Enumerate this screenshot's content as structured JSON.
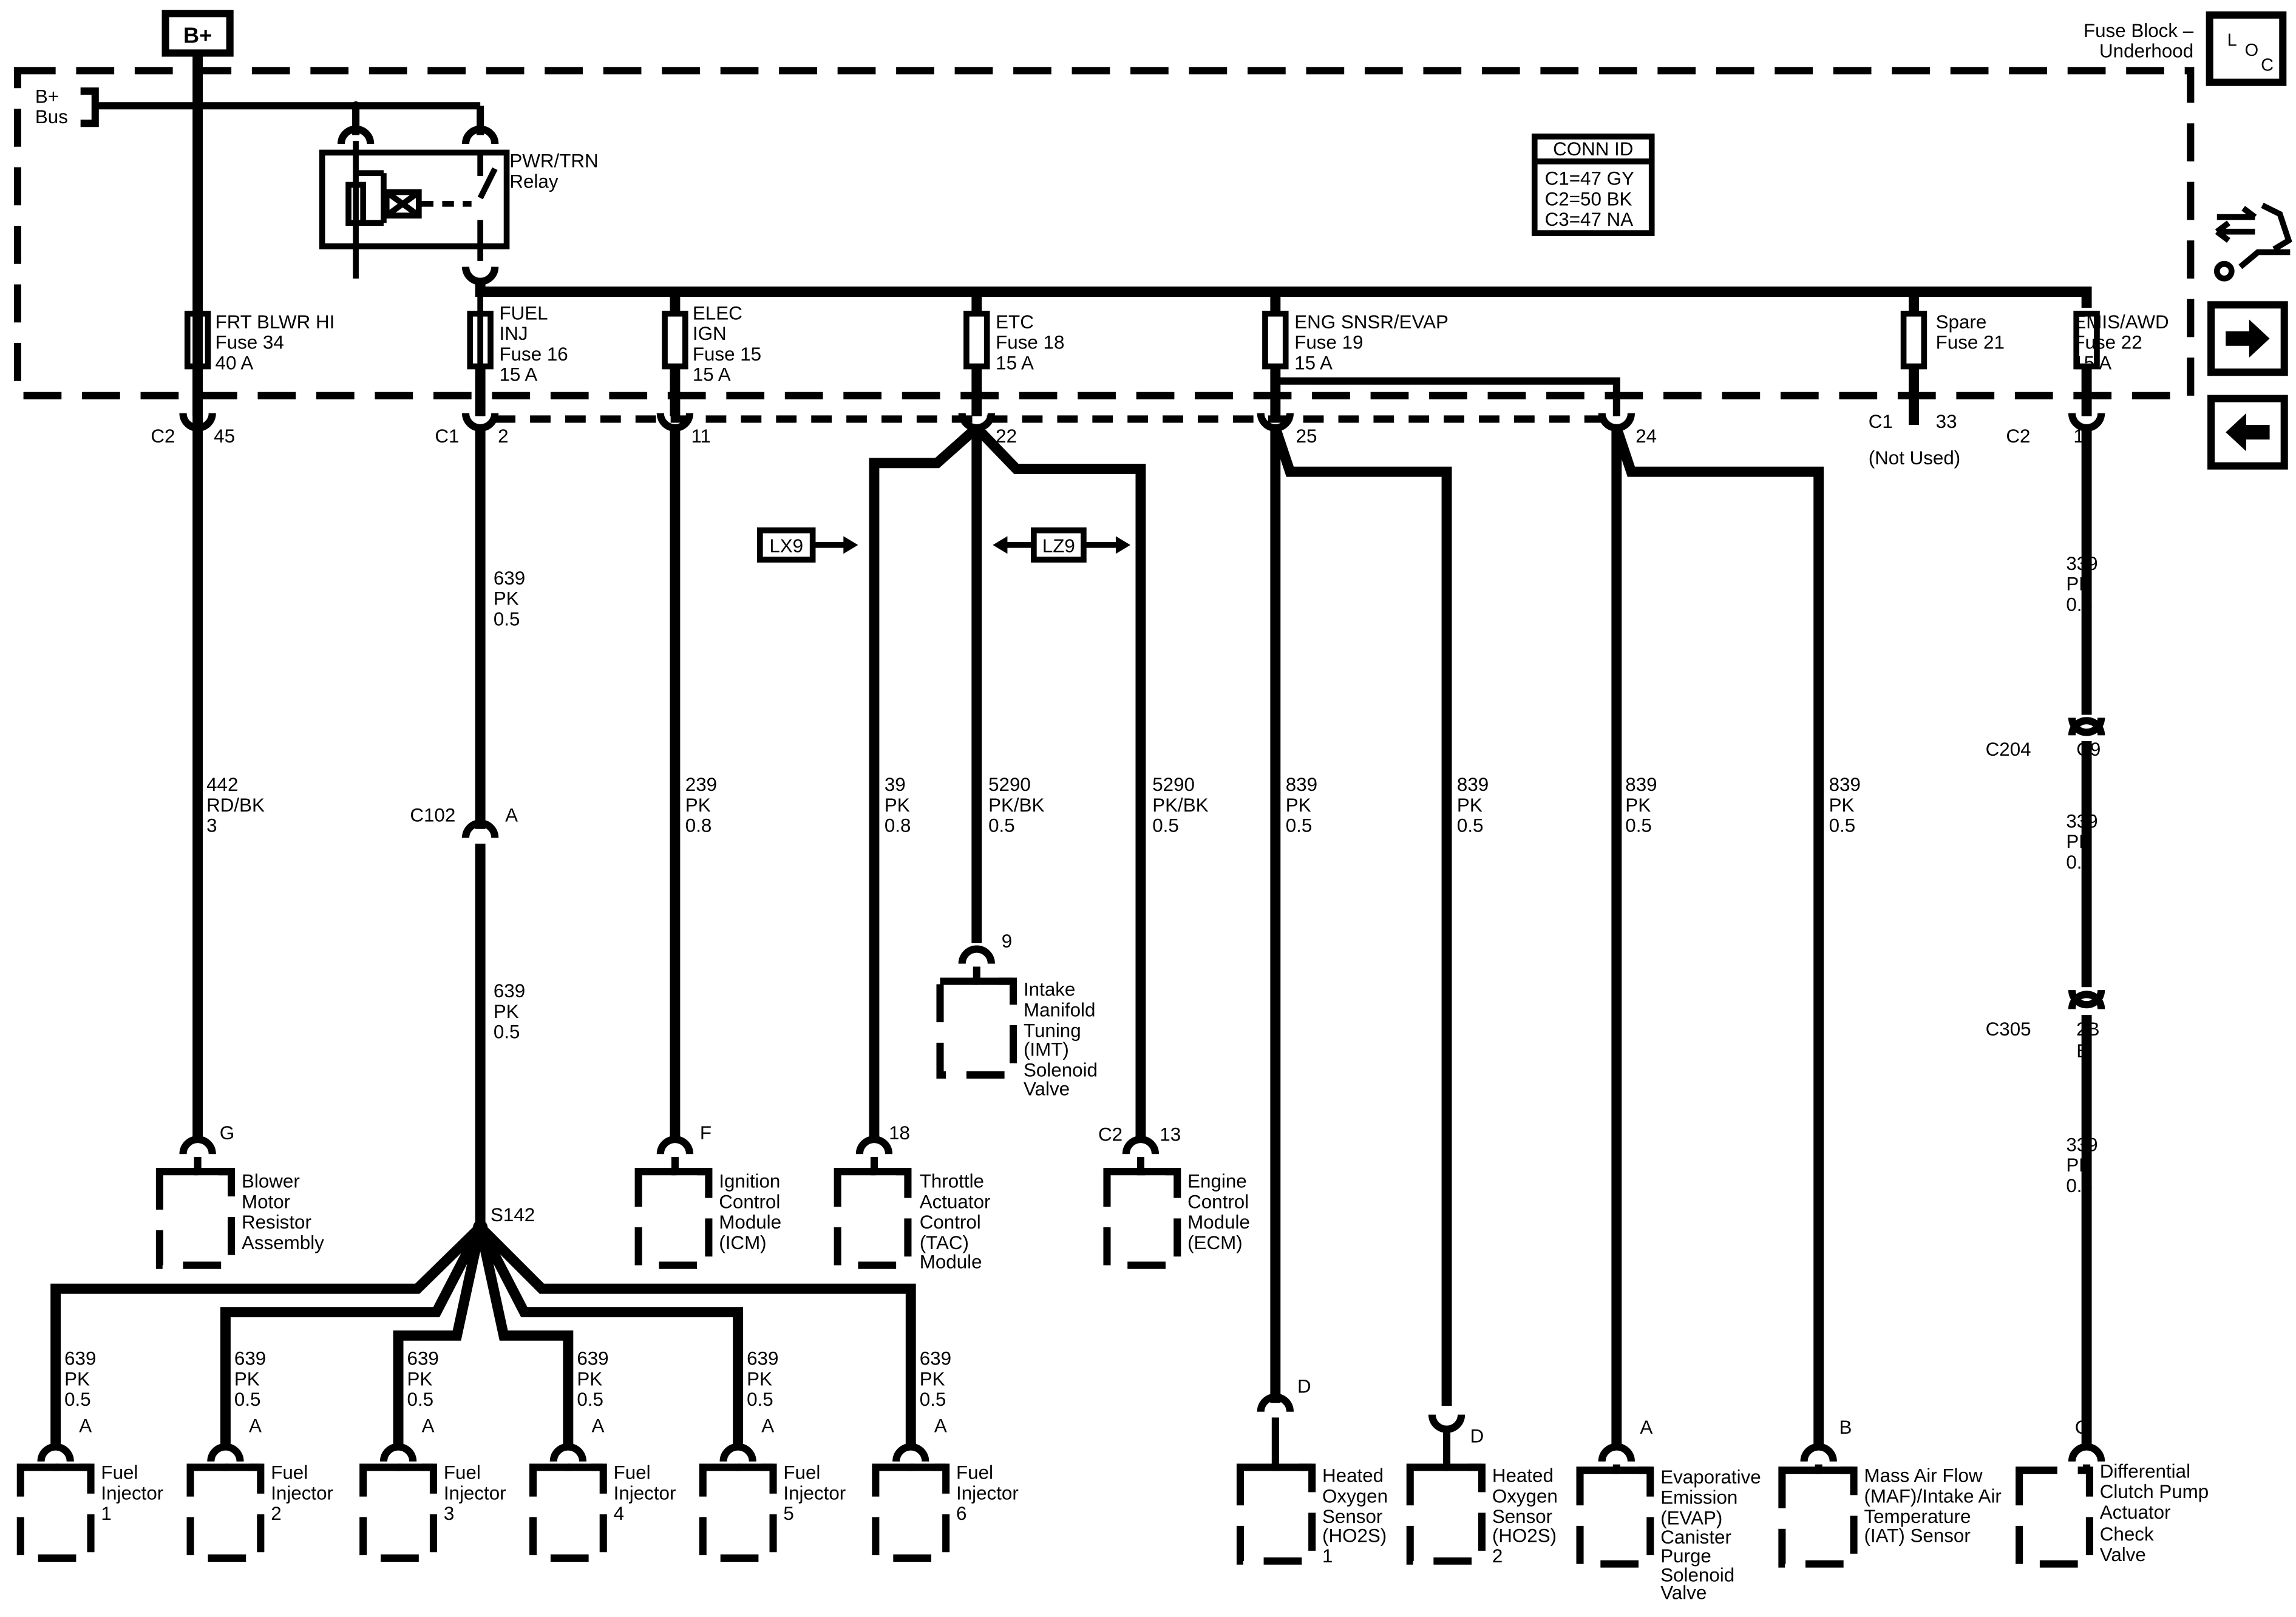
{
  "battery_label": "B+",
  "bus_label": [
    "B+",
    "Bus"
  ],
  "fuse_block": [
    "Fuse Block –",
    "Underhood"
  ],
  "loc_icon": [
    "L",
    "O",
    "C"
  ],
  "relay": [
    "PWR/TRN",
    "Relay"
  ],
  "conn_id": {
    "title": "CONN ID",
    "rows": [
      "C1=47 GY",
      "C2=50 BK",
      "C3=47 NA"
    ]
  },
  "nav": {
    "service_icon": "service-info-icon",
    "next_icon": "right-arrow-icon",
    "prev_icon": "left-arrow-icon"
  },
  "fuses": {
    "frt_blwr": [
      "FRT BLWR HI",
      "Fuse 34",
      "40 A"
    ],
    "fuel_inj": [
      "FUEL",
      "INJ",
      "Fuse 16",
      "15 A"
    ],
    "elec_ign": [
      "ELEC",
      "IGN",
      "Fuse 15",
      "15 A"
    ],
    "etc": [
      "ETC",
      "Fuse 18",
      "15 A"
    ],
    "eng_snsr": [
      "ENG SNSR/EVAP",
      "Fuse 19",
      "15 A"
    ],
    "spare": [
      "Spare",
      "Fuse 21"
    ],
    "emis_awd": [
      "EMIS/AWD",
      "Fuse 22",
      "15 A"
    ]
  },
  "pins": {
    "blwr": [
      "C2",
      "45"
    ],
    "fuel": [
      "C1",
      "2"
    ],
    "ign": "11",
    "etc": "22",
    "snsr25": "25",
    "snsr24": "24",
    "spare": [
      "C1",
      "33",
      "(Not Used)"
    ],
    "emis": [
      "C2",
      "1"
    ]
  },
  "options": {
    "lx9": "LX9",
    "lz9": "LZ9"
  },
  "wires": {
    "w442": [
      "442",
      "RD/BK",
      "3"
    ],
    "w639a": [
      "639",
      "PK",
      "0.5"
    ],
    "w639b": [
      "639",
      "PK",
      "0.5"
    ],
    "w239": [
      "239",
      "PK",
      "0.8"
    ],
    "w39": [
      "39",
      "PK",
      "0.8"
    ],
    "w5290a": [
      "5290",
      "PK/BK",
      "0.5"
    ],
    "w5290b": [
      "5290",
      "PK/BK",
      "0.5"
    ],
    "w839a": [
      "839",
      "PK",
      "0.5"
    ],
    "w839b": [
      "839",
      "PK",
      "0.5"
    ],
    "w839c": [
      "839",
      "PK",
      "0.5"
    ],
    "w839d": [
      "839",
      "PK",
      "0.5"
    ],
    "w339a": [
      "339",
      "PK",
      "0.5"
    ],
    "w339b": [
      "339",
      "PK",
      "0.5"
    ],
    "w339c": [
      "339",
      "PK",
      "0.5"
    ]
  },
  "inline": {
    "c102": [
      "C102",
      "A"
    ],
    "c204": [
      "C204",
      "C9"
    ],
    "c305": [
      "C305",
      "2B",
      "B"
    ],
    "splice": "S142"
  },
  "components": {
    "blower": {
      "pin": "G",
      "name": [
        "Blower",
        "Motor",
        "Resistor",
        "Assembly"
      ]
    },
    "icm": {
      "pin": "F",
      "name": [
        "Ignition",
        "Control",
        "Module",
        "(ICM)"
      ]
    },
    "imt": {
      "pin": "9",
      "name": [
        "Intake",
        "Manifold",
        "Tuning",
        "(IMT)",
        "Solenoid",
        "Valve"
      ]
    },
    "tac": {
      "pin": "18",
      "name": [
        "Throttle",
        "Actuator",
        "Control",
        "(TAC)",
        "Module"
      ]
    },
    "ecm": {
      "pin": [
        "C2",
        "13"
      ],
      "name": [
        "Engine",
        "Control",
        "Module",
        "(ECM)"
      ]
    },
    "ho2s1": {
      "pin": "D",
      "name": [
        "Heated",
        "Oxygen",
        "Sensor",
        "(HO2S)",
        "1"
      ]
    },
    "ho2s2": {
      "pin": "D",
      "name": [
        "Heated",
        "Oxygen",
        "Sensor",
        "(HO2S)",
        "2"
      ]
    },
    "evap": {
      "pin": "A",
      "name": [
        "Evaporative",
        "Emission",
        "(EVAP)",
        "Canister",
        "Purge",
        "Solenoid",
        "Valve"
      ]
    },
    "maf": {
      "pin": "B",
      "name": [
        "Mass Air Flow",
        "(MAF)/Intake Air",
        "Temperature",
        "(IAT) Sensor"
      ]
    },
    "clutch": {
      "pin": "C",
      "name": [
        "Differential",
        "Clutch Pump",
        "Actuator",
        "Check",
        "Valve"
      ]
    }
  },
  "injectors": [
    {
      "wire": [
        "639",
        "PK",
        "0.5"
      ],
      "pin": "A",
      "name": [
        "Fuel",
        "Injector",
        "1"
      ]
    },
    {
      "wire": [
        "639",
        "PK",
        "0.5"
      ],
      "pin": "A",
      "name": [
        "Fuel",
        "Injector",
        "2"
      ]
    },
    {
      "wire": [
        "639",
        "PK",
        "0.5"
      ],
      "pin": "A",
      "name": [
        "Fuel",
        "Injector",
        "3"
      ]
    },
    {
      "wire": [
        "639",
        "PK",
        "0.5"
      ],
      "pin": "A",
      "name": [
        "Fuel",
        "Injector",
        "4"
      ]
    },
    {
      "wire": [
        "639",
        "PK",
        "0.5"
      ],
      "pin": "A",
      "name": [
        "Fuel",
        "Injector",
        "5"
      ]
    },
    {
      "wire": [
        "639",
        "PK",
        "0.5"
      ],
      "pin": "A",
      "name": [
        "Fuel",
        "Injector",
        "6"
      ]
    }
  ]
}
